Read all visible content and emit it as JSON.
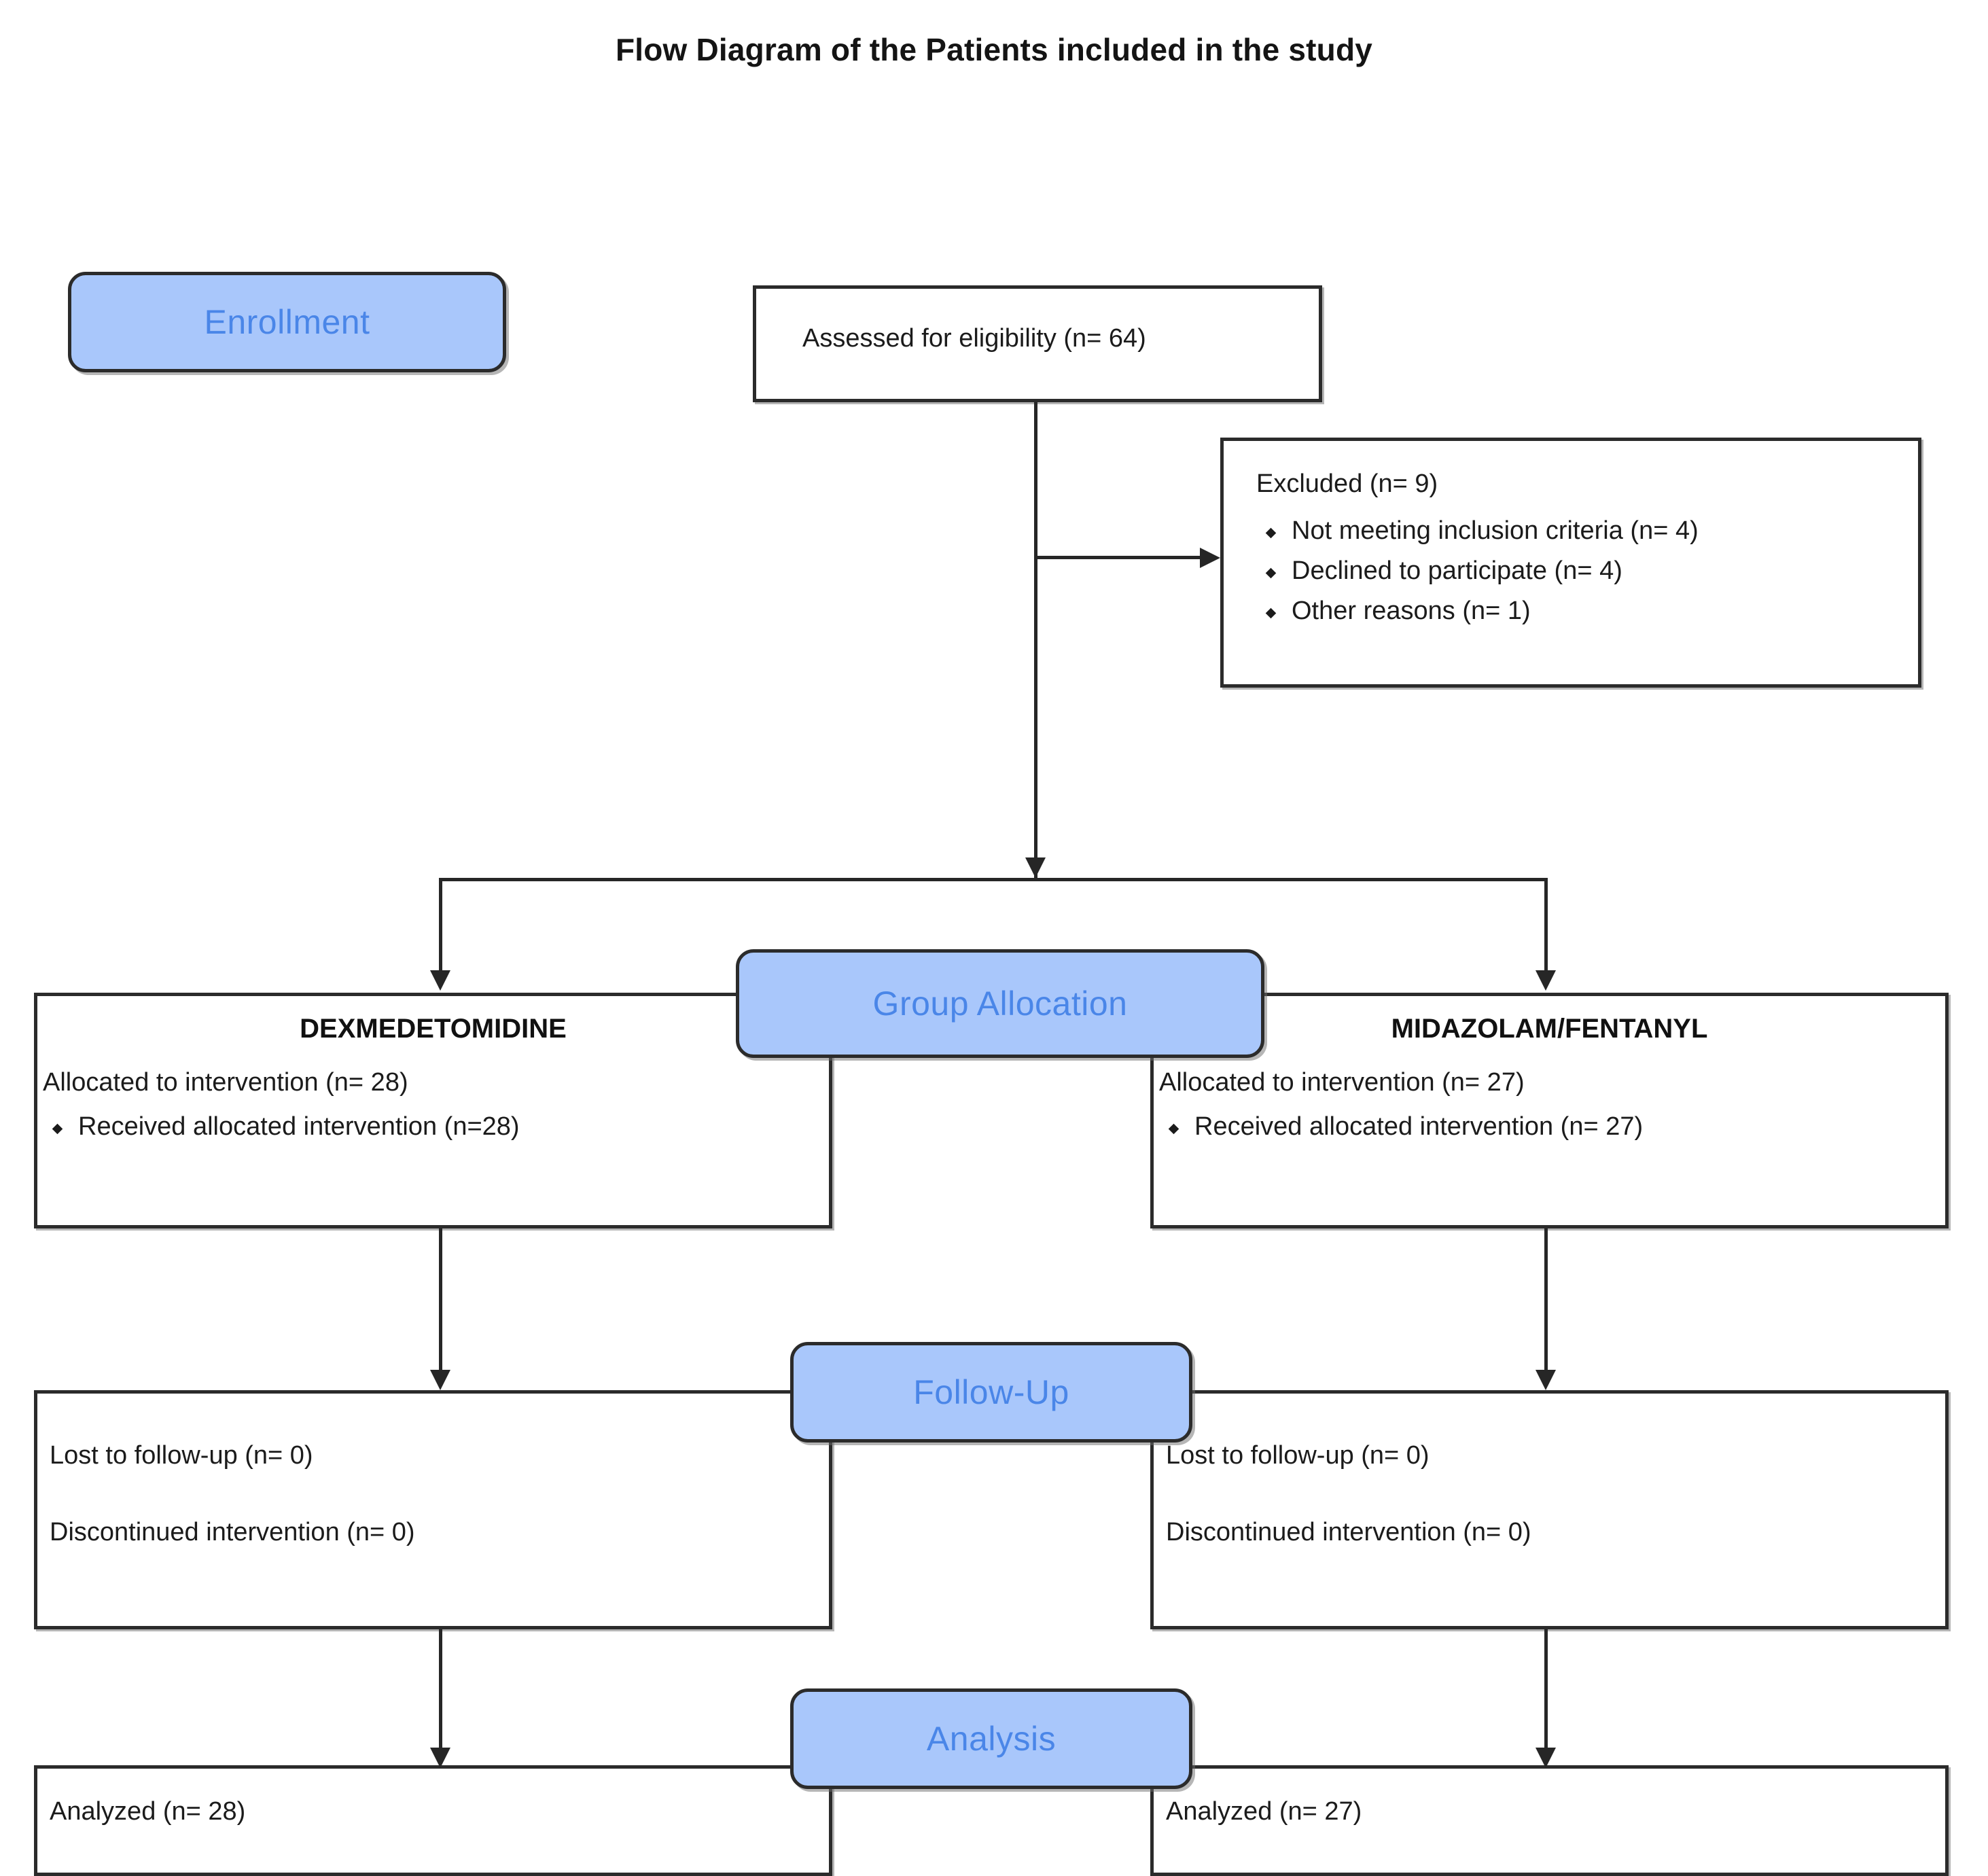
{
  "page": {
    "title": "Flow Diagram of the Patients included in the study"
  },
  "stages": {
    "enrollment": "Enrollment",
    "allocation": "Group Allocation",
    "followup": "Follow-Up",
    "analysis": "Analysis"
  },
  "enrollment": {
    "assessed": "Assessed for eligibility (n= 64)",
    "excluded_title": "Excluded (n= 9)",
    "excluded_reasons": [
      "Not meeting inclusion criteria (n= 4)",
      "Declined to participate (n= 4)",
      "Other reasons  (n= 1)"
    ]
  },
  "allocation": {
    "left": {
      "group": "DEXMEDETOMIDINE",
      "allocated": "Allocated to intervention (n= 28)",
      "received": "Received allocated intervention (n=28)"
    },
    "right": {
      "group": "MIDAZOLAM/FENTANYL",
      "allocated": "Allocated to intervention (n= 27)",
      "received": "Received allocated intervention (n= 27)"
    }
  },
  "followup": {
    "left": {
      "lost": "Lost to follow-up (n= 0)",
      "discontinued": "Discontinued intervention (n= 0)"
    },
    "right": {
      "lost": "Lost to follow-up (n= 0)",
      "discontinued": "Discontinued intervention (n= 0)"
    }
  },
  "analysis": {
    "left": {
      "analyzed": "Analyzed (n= 28)"
    },
    "right": {
      "analyzed": "Analyzed (n= 27)"
    }
  },
  "colors": {
    "badge_fill": "#a9c7fb",
    "badge_text": "#4a86e8",
    "border": "#2b2b2b",
    "text": "#1b1b1b"
  }
}
